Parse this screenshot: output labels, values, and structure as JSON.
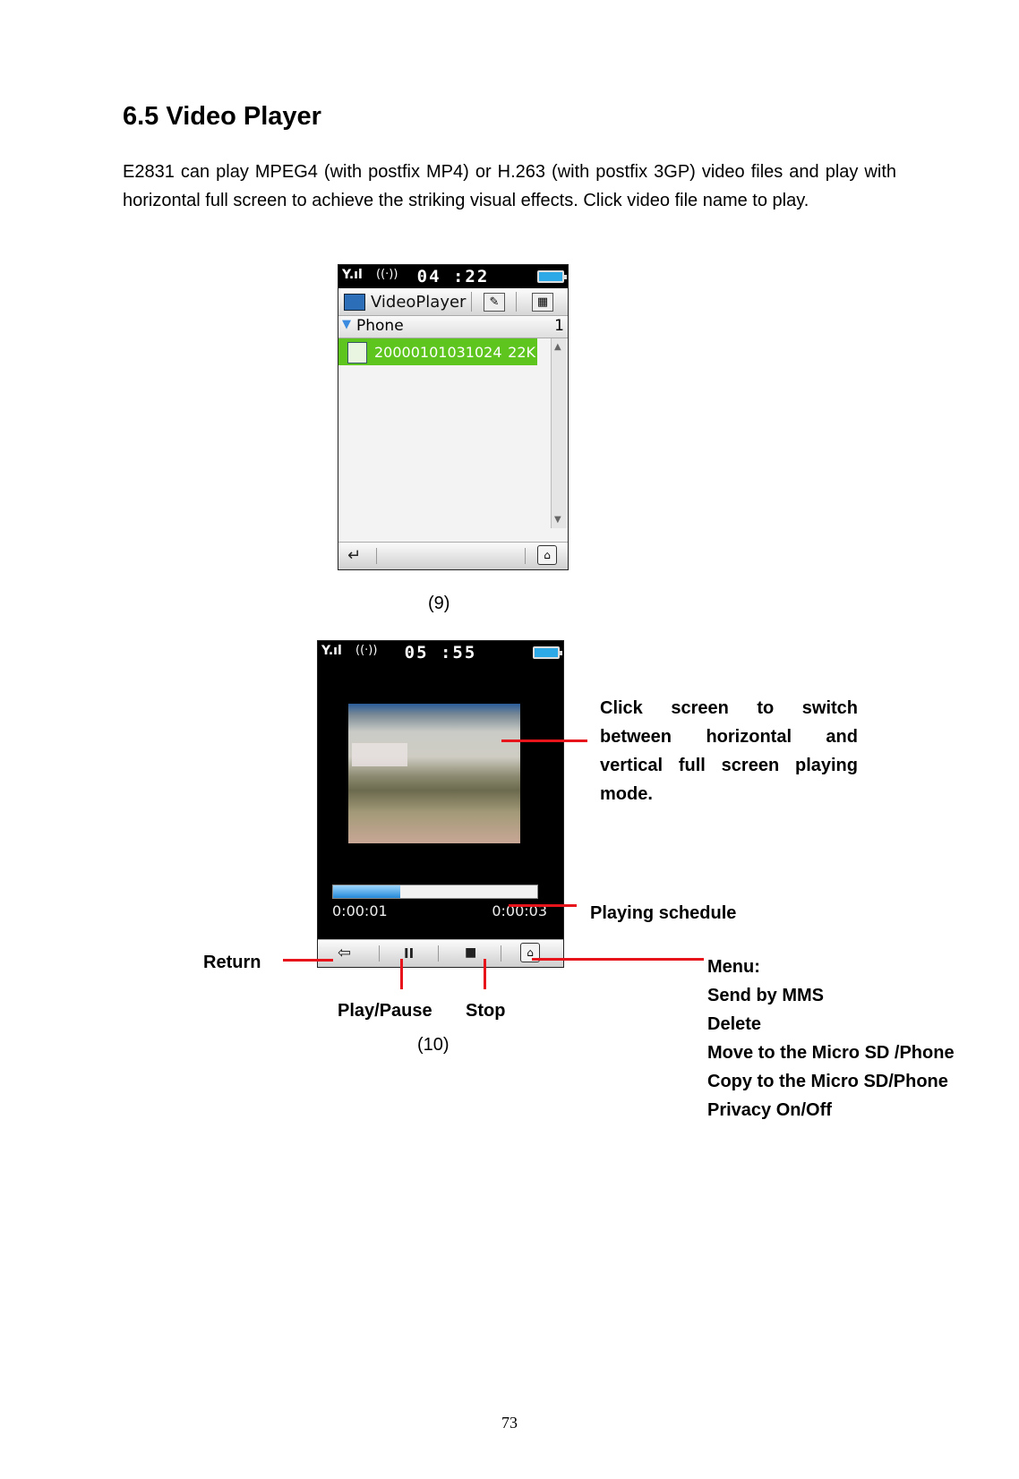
{
  "heading": "6.5 Video Player",
  "intro": "E2831 can play MPEG4 (with postfix MP4) or H.263 (with postfix 3GP) video files and play with horizontal full screen to achieve the striking visual effects. Click video file name to play.",
  "figure9": {
    "caption": "(9)",
    "status": {
      "time": "04 :22",
      "signal_icon": "signal-icon",
      "wifi_icon": "wifi-icon"
    },
    "title": "VideoPlayer",
    "folder": "Phone",
    "folder_count": "1",
    "file": {
      "name": "20000101031024",
      "size": "22K"
    },
    "softkey_left_icon": "return-icon",
    "softkey_right_icon": "menu-icon"
  },
  "figure10": {
    "caption": "(10)",
    "status": {
      "time": "05 :55"
    },
    "progress": 0.33,
    "elapsed": "0:00:01",
    "total": "0:00:03",
    "controls": [
      "return-icon",
      "pause-icon",
      "stop-icon",
      "menu-icon"
    ]
  },
  "callouts": {
    "click_screen": "Click screen to switch between horizontal and vertical full screen playing mode.",
    "playing_schedule": "Playing schedule",
    "return": "Return",
    "play_pause": "Play/Pause",
    "stop": "Stop",
    "menu_title": "Menu:",
    "menu_items": [
      "Send by MMS",
      "Delete",
      "Move to the Micro SD /Phone",
      "Copy to the Micro SD/Phone",
      "Privacy On/Off"
    ]
  },
  "accent_color": "#e8141c",
  "page_number": "73"
}
